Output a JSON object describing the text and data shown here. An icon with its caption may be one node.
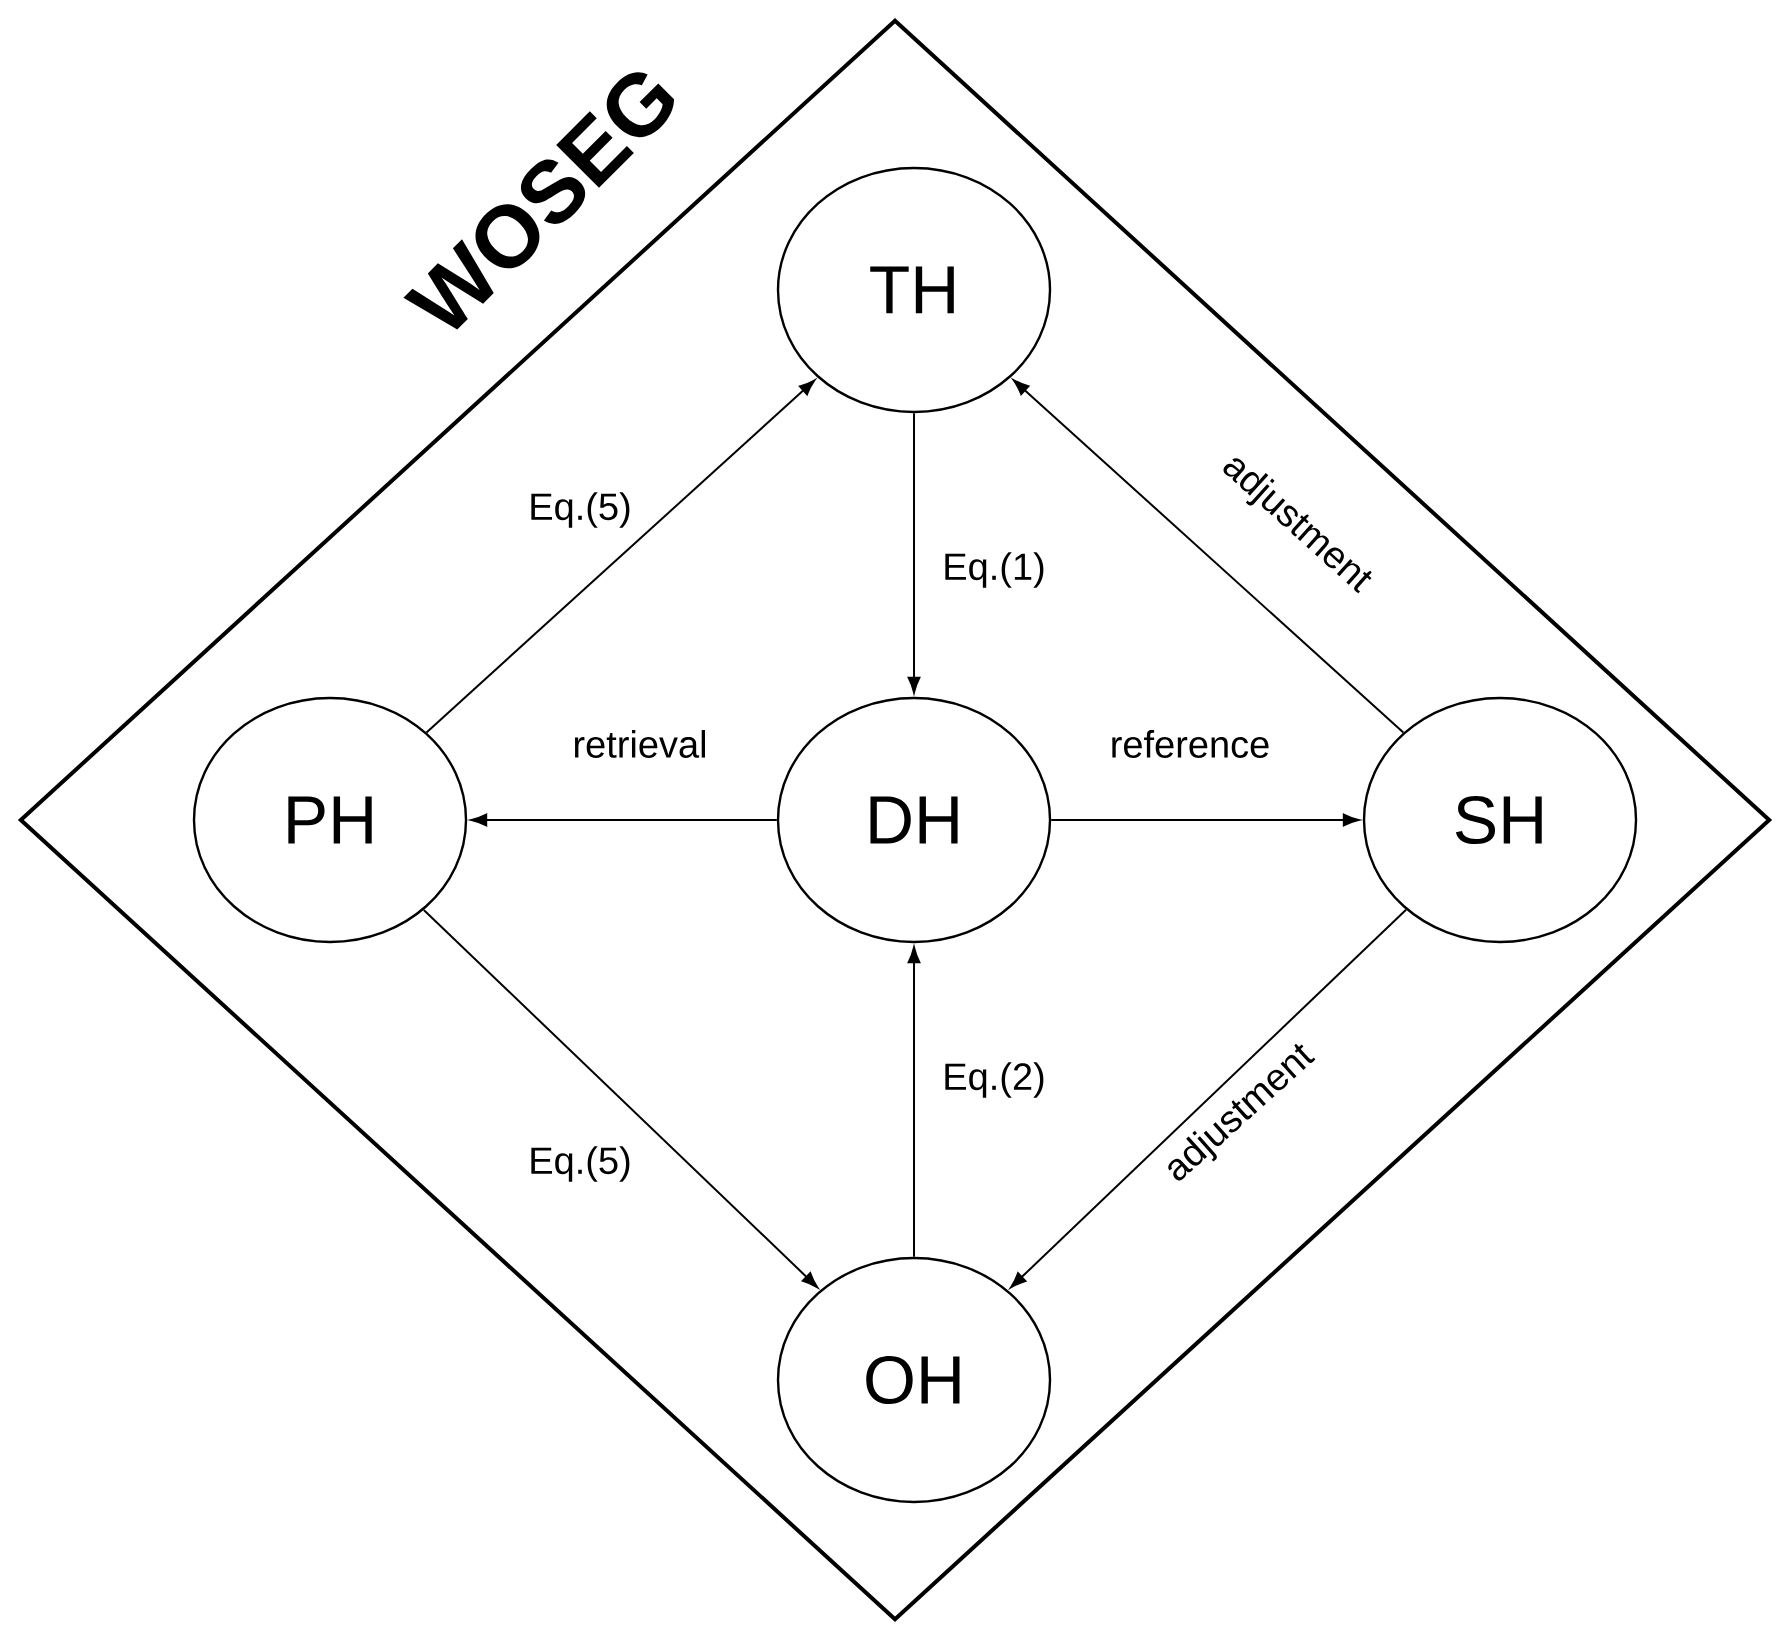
{
  "diagram": {
    "nodes": [
      {
        "text": [
          "WOSEG"
        ]
      },
      {
        "text": [
          "TH"
        ],
        "in": 0
      },
      {
        "text": [
          "PH"
        ],
        "in": 0
      },
      {
        "text": [
          "DH"
        ],
        "in": 0
      },
      {
        "text": [
          "SH"
        ],
        "in": 0
      },
      {
        "text": [
          "OH"
        ],
        "in": 0
      }
    ],
    "edges": [
      {
        "from": 2,
        "to": 1,
        "arrow": "to",
        "label": "Eq.(5)"
      },
      {
        "from": 1,
        "to": 3,
        "arrow": "to",
        "label": "Eq.(1)"
      },
      {
        "from": 4,
        "to": 1,
        "arrow": "to",
        "label": "adjustment"
      },
      {
        "from": 3,
        "to": 2,
        "arrow": "to",
        "label": "retrieval"
      },
      {
        "from": 3,
        "to": 4,
        "arrow": "to",
        "label": "reference"
      },
      {
        "from": 2,
        "to": 5,
        "arrow": "to",
        "label": "Eq.(5)"
      },
      {
        "from": 5,
        "to": 3,
        "arrow": "to",
        "label": "Eq.(2)"
      },
      {
        "from": 4,
        "to": 5,
        "arrow": "to",
        "label": "adjustment"
      }
    ]
  }
}
